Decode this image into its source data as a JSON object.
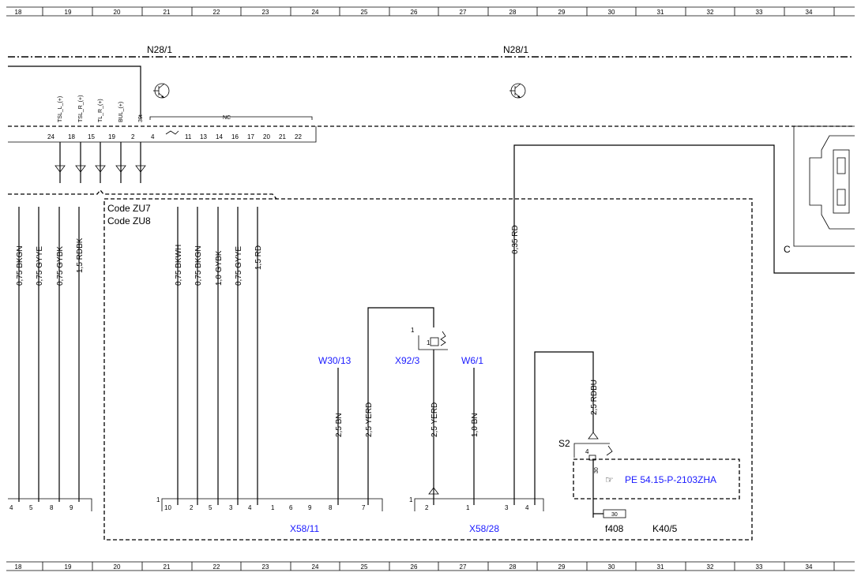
{
  "ruler": {
    "columns": [
      "18",
      "19",
      "20",
      "21",
      "22",
      "23",
      "24",
      "25",
      "26",
      "27",
      "28",
      "29",
      "30",
      "31",
      "32",
      "33",
      "34"
    ]
  },
  "components": {
    "n28_left": "N28/1",
    "n28_right": "N28/1",
    "code_zu7": "Code ZU7",
    "code_zu8": "Code ZU8",
    "c_label": "C",
    "w30_13": "W30/13",
    "x92_3": "X92/3",
    "w6_1": "W6/1",
    "x58_11": "X58/11",
    "x58_28": "X58/28",
    "k40_5": "K40/5",
    "f408": "f408",
    "s2": "S2",
    "ref": "PE 54.15-P-2103ZHA",
    "fuse_value": "30",
    "nc": "NC"
  },
  "n28_pins": {
    "signals": [
      "TSL_L_(+)",
      "TSL_R_(+)",
      "TL_R_(+)",
      "BUL_(+)",
      "30t"
    ],
    "pins": [
      "24",
      "18",
      "15",
      "19",
      "2",
      "4",
      "11",
      "13",
      "14",
      "16",
      "17",
      "20",
      "21",
      "22"
    ]
  },
  "wires_left": [
    "0,75 BKGN",
    "0,75 GYYE",
    "0,75 GYBK",
    "1,5 RDBK"
  ],
  "wires_mid": [
    "0,75 BKWH",
    "0,75 BKGN",
    "1,0 GYBK",
    "0,75 GYYE",
    "1,5 RD"
  ],
  "wire_rd035": "0,35 RD",
  "wire_rdbu": "2,5 RDBU",
  "wires_lower": [
    "2,5 BN",
    "2,5 YERD",
    "2,5 YERD",
    "1,0 BN"
  ],
  "left_connector_pins": [
    "4",
    "5",
    "8",
    "9"
  ],
  "x58_11_pins": [
    "1",
    "10",
    "2",
    "5",
    "3",
    "4",
    "1",
    "6",
    "9",
    "8",
    "7"
  ],
  "x58_28_pins": [
    "1",
    "2",
    "1",
    "3",
    "4"
  ],
  "x92_pins": [
    "1",
    "1"
  ],
  "k40_pins": [
    "4",
    "30"
  ]
}
